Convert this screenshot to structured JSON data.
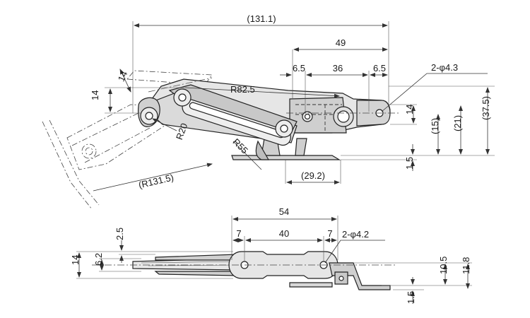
{
  "drawing": {
    "colors": {
      "part_fill": "#e6e6e6",
      "part_dark": "#bdbdbd",
      "line": "#222222"
    },
    "side_view": {
      "dim_overall": "(131.1)",
      "dim_slot_span": "49",
      "dim_edge_left": "6.5",
      "dim_slot": "36",
      "dim_edge_right": "6.5",
      "dim_hole": "2-φ4.3",
      "dim_r_arm": "R82.5",
      "dim_r_small": "R20",
      "dim_r_base": "R55",
      "dim_r_swing": "(R131.5)",
      "dim_arm_width": "14",
      "dim_arm_width_angled": "14",
      "dim_bracket_width": "14",
      "dim_height_total": "(37.5)",
      "dim_height_mid": "(21)",
      "dim_height_low": "(15)",
      "dim_base_thickness": "1.5",
      "dim_base_offset": "(29.2)"
    },
    "top_view": {
      "dim_plate_length": "54",
      "dim_edge_left": "7",
      "dim_hole_pitch": "40",
      "dim_edge_right": "7",
      "dim_hole": "2-φ4.2",
      "dim_offset_top": "2.5",
      "dim_width": "14",
      "dim_arm_width": "6.2",
      "dim_height_a": "10.5",
      "dim_height_b": "11.8",
      "dim_thickness": "1.5"
    }
  }
}
